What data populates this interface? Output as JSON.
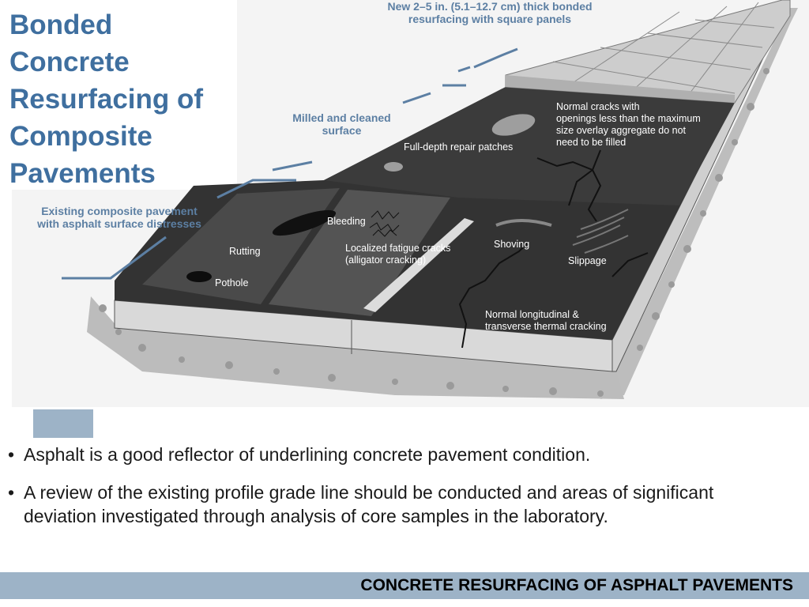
{
  "slide": {
    "title": "Bonded\nConcrete\nResurfacing of\nComposite\nPavements",
    "footer": "CONCRETE RESURFACING OF ASPHALT PAVEMENTS"
  },
  "figure": {
    "callouts": {
      "overlay": "New 2–5 in. (5.1–12.7 cm) thick bonded\nresurfacing with square panels",
      "milled": "Milled and cleaned\nsurface",
      "existing": "Existing composite pavement\nwith asphalt surface distresses"
    },
    "labels": {
      "normal_cracks": "Normal cracks with\nopenings less than the maximum\nsize overlay aggregate do not\nneed to be filled",
      "repair_patches": "Full-depth repair patches",
      "bleeding": "Bleeding",
      "rutting": "Rutting",
      "pothole": "Pothole",
      "fatigue": "Localized fatigue cracks\n(alligator cracking)",
      "shoving": "Shoving",
      "slippage": "Slippage",
      "thermal": "Normal longitudinal &\ntransverse thermal cracking"
    }
  },
  "bullets": [
    "Asphalt is a good reflector of underlining concrete pavement condition.",
    "A review of the existing profile grade line should be conducted and areas of significant deviation investigated through analysis of core samples in the laboratory."
  ],
  "colors": {
    "title": "#3f6f9f",
    "callout": "#5c7fa3",
    "accent": "#9db3c7",
    "asphalt": "#2f2f2f",
    "concrete_panels": "#c8c8c8"
  }
}
